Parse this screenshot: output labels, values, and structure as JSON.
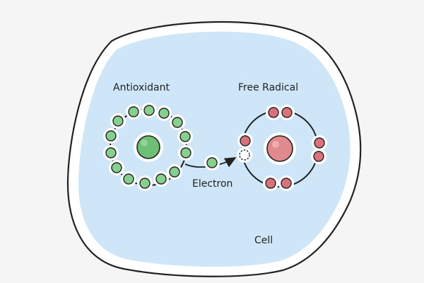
{
  "labels": {
    "antioxidant": "Antioxidant",
    "free_radical": "Free Radical",
    "electron": "Electron",
    "cell": "Cell"
  },
  "colors": {
    "background": "#f5f5f5",
    "cell_fill": "#cfe6f8",
    "cell_outline": "#222222",
    "electron_green": "#86cf8f",
    "nucleus_green": "#6cbf74",
    "electron_red": "#d9727a",
    "nucleus_red": "#e08a8e",
    "missing_electron": "#ffffff"
  },
  "antioxidant_atom": {
    "electron_count": 14,
    "nucleus": "green"
  },
  "free_radical_atom": {
    "electron_count": 7,
    "missing_electron_count": 1,
    "nucleus": "red"
  },
  "transferred_electron": {
    "count": 1,
    "direction": "antioxidant-to-free-radical"
  }
}
